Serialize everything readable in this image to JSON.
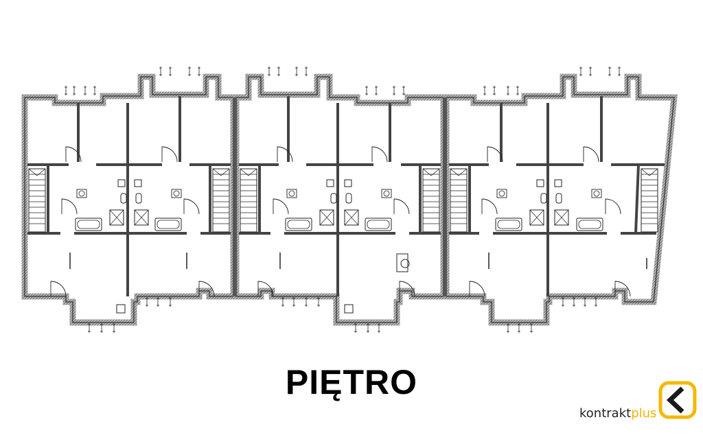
{
  "title": "PIĘTRO",
  "logo": {
    "name_main": "kontrakt",
    "name_accent": "plus",
    "mark_icon": "chevron-left-in-square-icon",
    "accent_color": "#f5b800"
  },
  "colors": {
    "wall_outline": "#1a1a1a",
    "wall_fill": "#9a9a9a",
    "line": "#222222",
    "background": "#ffffff"
  }
}
